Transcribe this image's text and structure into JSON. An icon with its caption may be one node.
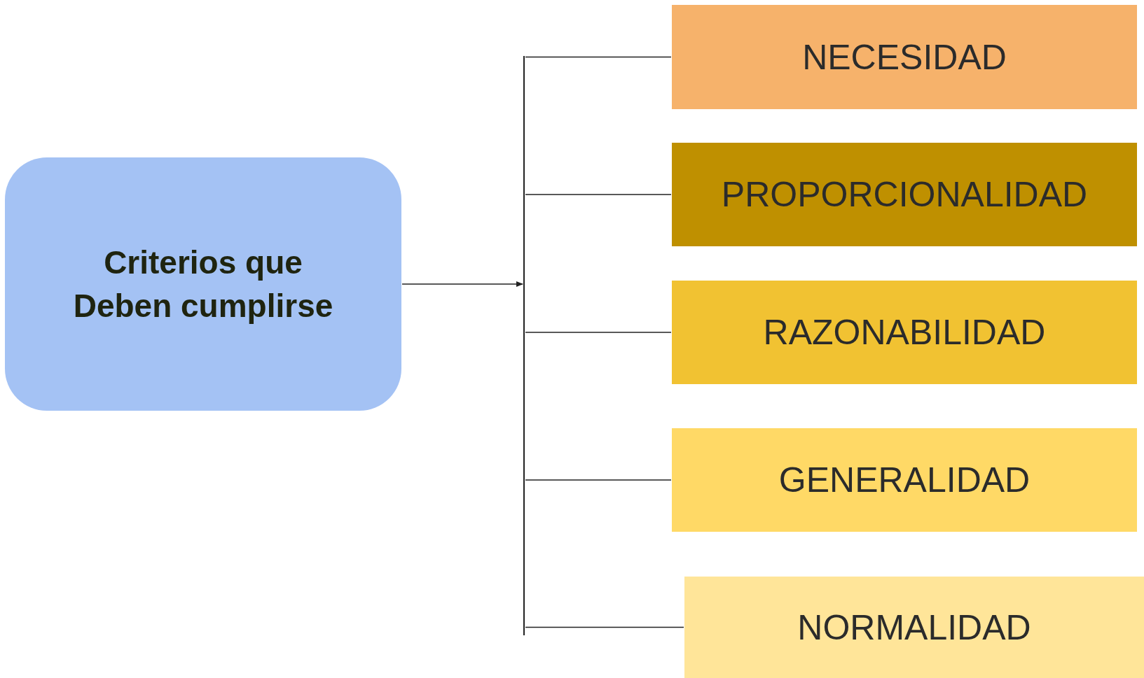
{
  "diagram": {
    "nodes": [
      {
        "text": [
          "Criterios que Deben cumplirse"
        ]
      },
      {
        "text": [],
        "shape": "bar"
      },
      {
        "text": [
          "NECESIDAD"
        ]
      },
      {
        "text": [
          "PROPORCIONALIDAD"
        ]
      },
      {
        "text": [
          "RAZONABILIDAD"
        ]
      },
      {
        "text": [
          "GENERALIDAD"
        ]
      },
      {
        "text": [
          "NORMALIDAD"
        ]
      }
    ],
    "edges": [
      {
        "from": 0,
        "to": 1,
        "arrow": "to"
      },
      {
        "from": 1,
        "to": 2,
        "arrow": "none"
      },
      {
        "from": 1,
        "to": 3,
        "arrow": "none"
      },
      {
        "from": 1,
        "to": 4,
        "arrow": "none"
      },
      {
        "from": 1,
        "to": 5,
        "arrow": "none"
      },
      {
        "from": 1,
        "to": 6,
        "arrow": "none"
      }
    ]
  }
}
